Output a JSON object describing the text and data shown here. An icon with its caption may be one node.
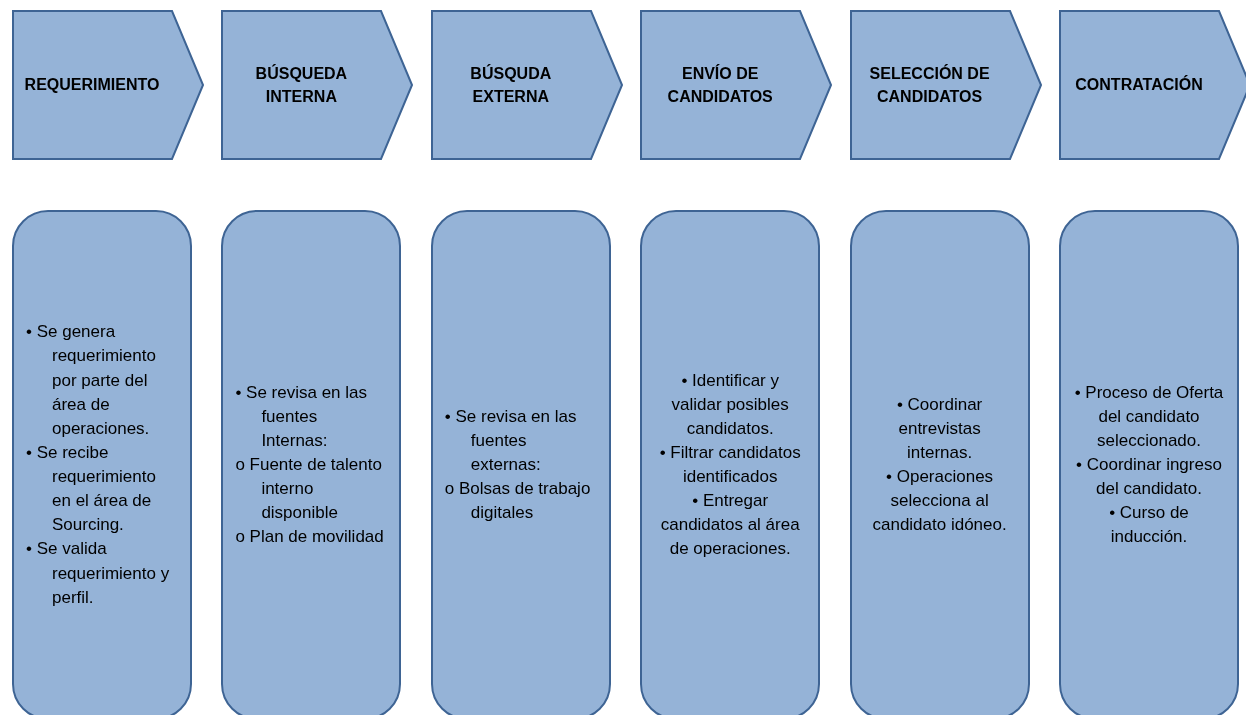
{
  "diagram": {
    "nodes": [
      {
        "text": [
          "REQUERIMIENTO"
        ]
      },
      {
        "text": [
          "BÚSQUEDA INTERNA"
        ]
      },
      {
        "text": [
          "BÚSQUDA EXTERNA"
        ]
      },
      {
        "text": [
          "ENVÍO DE CANDIDATOS"
        ]
      },
      {
        "text": [
          "SELECCIÓN DE CANDIDATOS"
        ]
      },
      {
        "text": [
          "CONTRATACIÓN"
        ]
      },
      {
        "text": [
          "• Se genera requerimiento por parte del área de operaciones.",
          "• Se recibe requerimiento en el área de Sourcing.",
          "• Se valida requerimiento y perfil."
        ]
      },
      {
        "text": [
          "• Se revisa en las fuentes Internas:",
          "o Fuente de talento interno disponible",
          "o Plan de movilidad"
        ]
      },
      {
        "text": [
          "• Se revisa en las fuentes externas:",
          "o Bolsas de trabajo digitales"
        ]
      },
      {
        "text": [
          "• Identificar y validar posibles candidatos.",
          "• Filtrar candidatos identificados",
          "• Entregar candidatos al área de operaciones."
        ]
      },
      {
        "text": [
          "• Coordinar entrevistas internas.",
          "• Operaciones selecciona al candidato idóneo."
        ]
      },
      {
        "text": [
          "• Proceso de Oferta del candidato seleccionado.",
          "• Coordinar ingreso del candidato.",
          "• Curso de inducción."
        ]
      }
    ]
  }
}
